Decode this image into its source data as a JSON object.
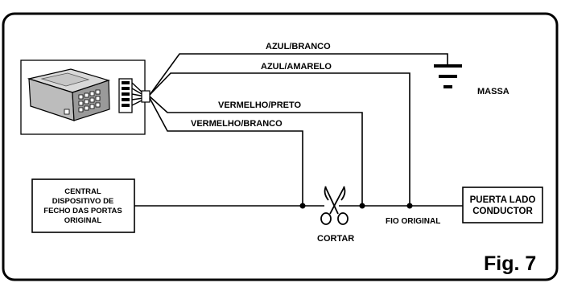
{
  "wires": {
    "w1": "AZUL/BRANCO",
    "w2": "AZUL/AMARELO",
    "w3": "VERMELHO/PRETO",
    "w4": "VERMELHO/BRANCO"
  },
  "ground_label": "MASSA",
  "cut_label": "CORTAR",
  "original_wire_label": "FIO ORIGINAL",
  "left_box": [
    "CENTRAL",
    "DISPOSITIVO DE",
    "FECHO DAS PORTAS",
    "ORIGINAL"
  ],
  "right_box": [
    "PUERTA LADO",
    "CONDUCTOR"
  ],
  "figure_label": "Fig. 7",
  "icons": {
    "scissors": "scissors-icon",
    "ground": "ground-symbol-icon",
    "module": "control-module-icon"
  }
}
